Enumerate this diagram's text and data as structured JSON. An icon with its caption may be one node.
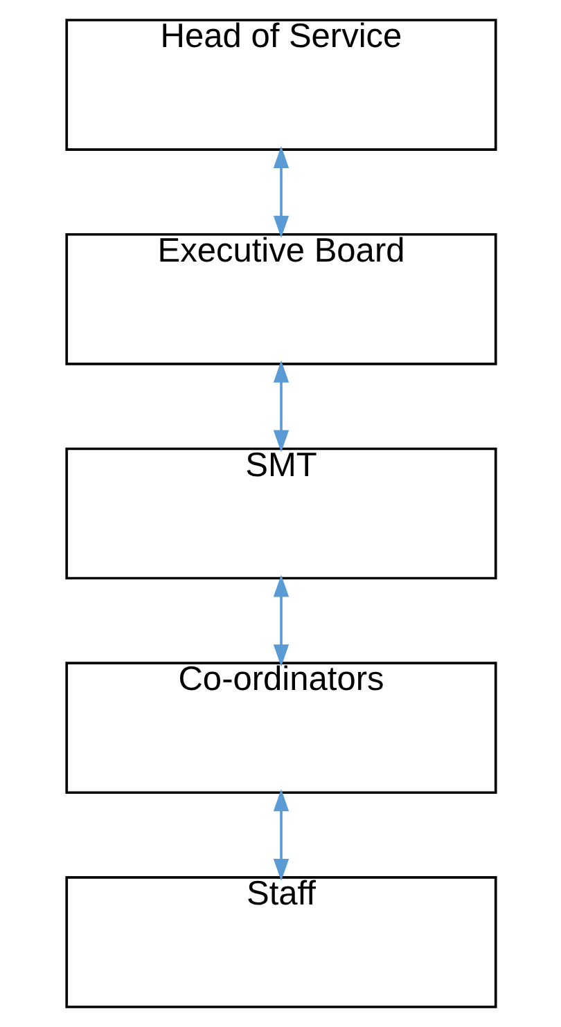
{
  "diagram": {
    "nodes": [
      {
        "text": [
          "Head of Service"
        ]
      },
      {
        "text": [
          "Executive Board"
        ]
      },
      {
        "text": [
          "SMT"
        ]
      },
      {
        "text": [
          "Co-ordinators"
        ]
      },
      {
        "text": [
          "Staff"
        ]
      }
    ],
    "edges": [
      {
        "from": 0,
        "to": 1,
        "arrow": "both"
      },
      {
        "from": 1,
        "to": 2,
        "arrow": "both"
      },
      {
        "from": 2,
        "to": 3,
        "arrow": "both"
      },
      {
        "from": 3,
        "to": 4,
        "arrow": "both"
      }
    ]
  }
}
